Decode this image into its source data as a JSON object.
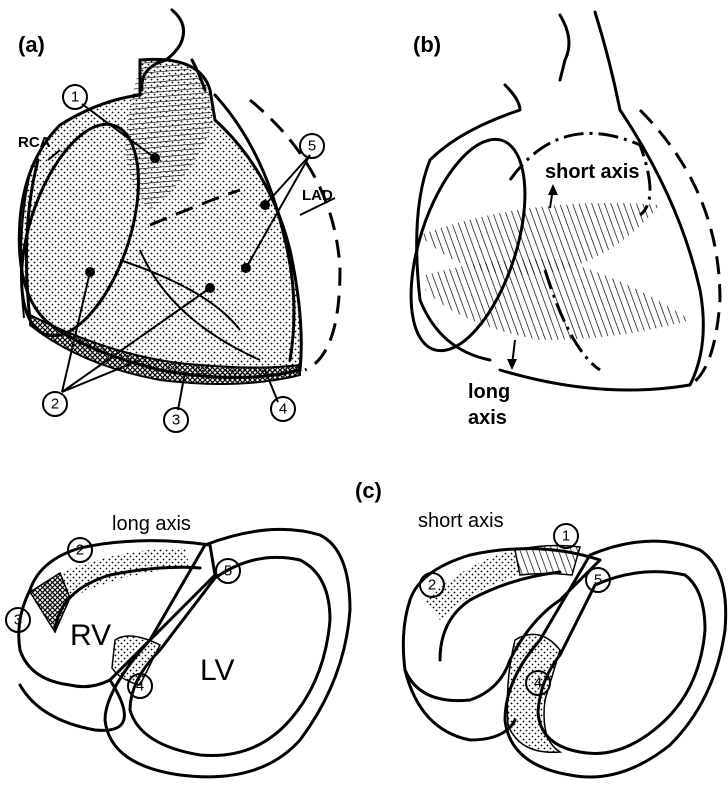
{
  "panels": {
    "a": "(a)",
    "b": "(b)",
    "c": "(c)"
  },
  "labels": {
    "rca": "RCA",
    "lad": "LAD",
    "short_axis_b": "short axis",
    "long_axis_b_1": "long",
    "long_axis_b_2": "axis",
    "long_axis_c": "long axis",
    "short_axis_c": "short axis",
    "rv": "RV",
    "lv": "LV"
  },
  "markers": {
    "m1": "1",
    "m2": "2",
    "m3": "3",
    "m4": "4",
    "m5": "5"
  }
}
